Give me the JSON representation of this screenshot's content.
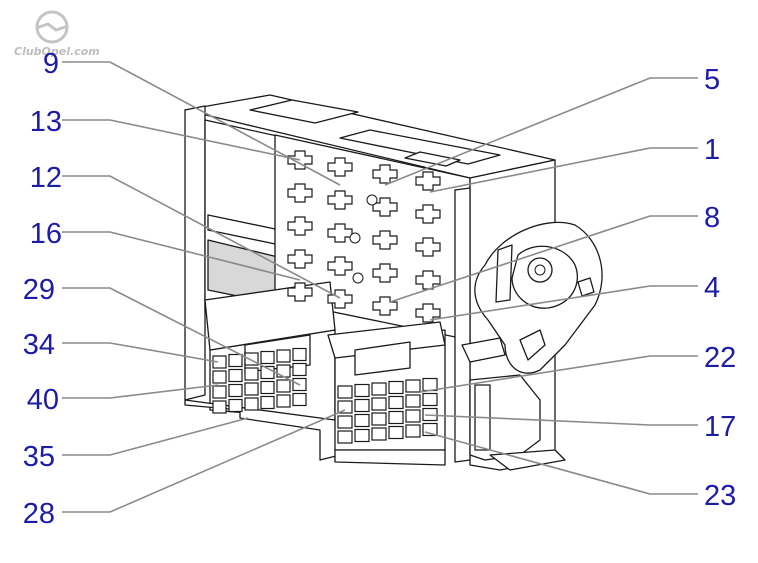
{
  "watermark": {
    "text": "ClubOpel.com",
    "logo_icon": "opel-logo-icon"
  },
  "callouts": {
    "left": [
      "9",
      "13",
      "12",
      "16",
      "29",
      "34",
      "40",
      "35",
      "28"
    ],
    "right": [
      "5",
      "1",
      "8",
      "4",
      "22",
      "17",
      "23"
    ]
  },
  "colors": {
    "label": "#1c1ca6",
    "leader": "#8a8a8a",
    "outline": "#1a1a1a"
  }
}
